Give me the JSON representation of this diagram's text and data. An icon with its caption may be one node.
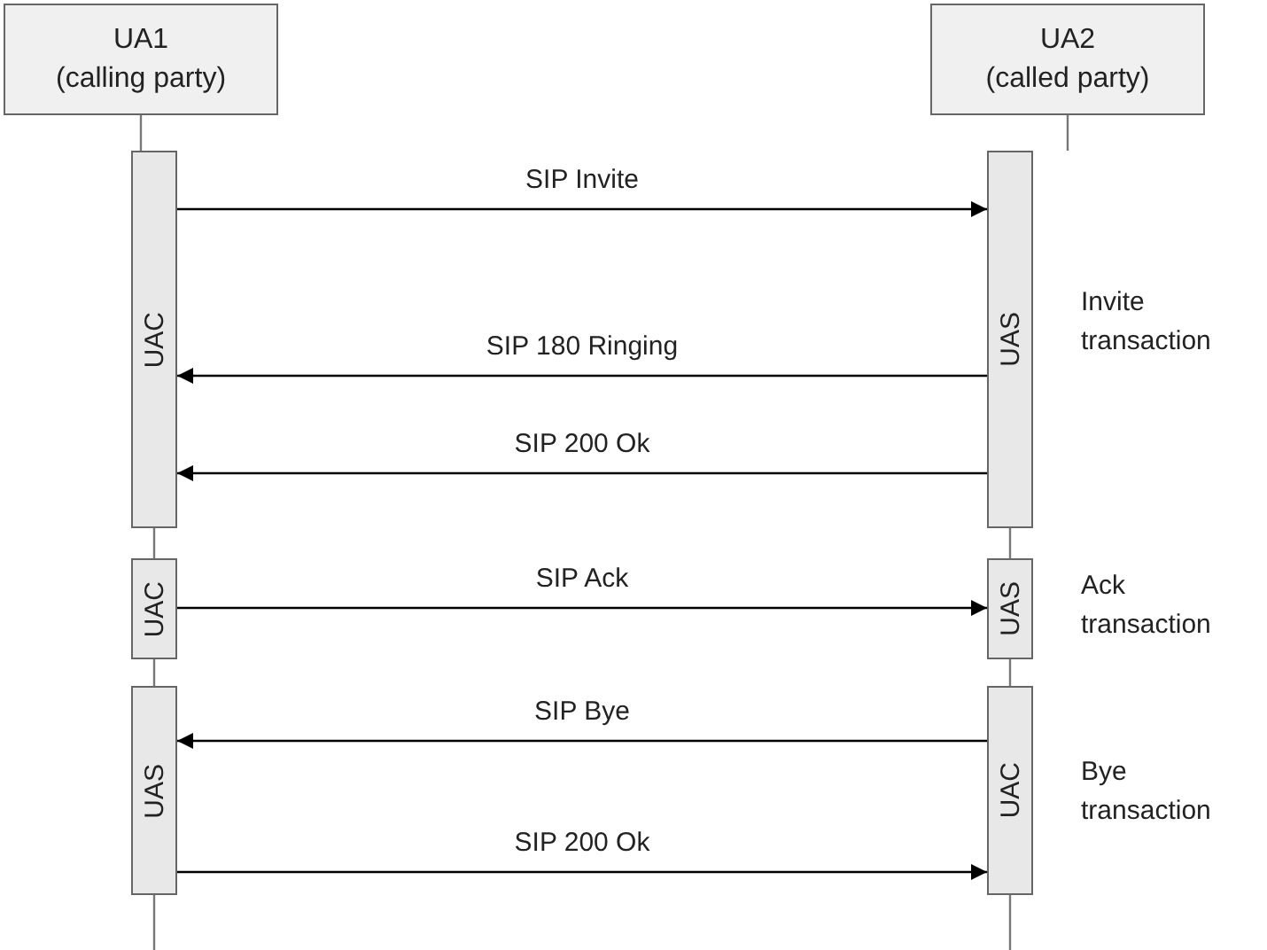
{
  "diagram": {
    "nodes": [
      {
        "text": [
          "UA1",
          "(calling party)"
        ]
      },
      {
        "text": [
          "UA2",
          "(called party)"
        ]
      },
      {
        "text": [
          "UAC"
        ]
      },
      {
        "text": [
          "UAS"
        ],
        "beside": [
          "Invite transaction"
        ]
      },
      {
        "text": [
          "UAC"
        ]
      },
      {
        "text": [
          "UAS"
        ],
        "beside": [
          "Ack transaction"
        ]
      },
      {
        "text": [
          "UAS"
        ]
      },
      {
        "text": [
          "UAC"
        ],
        "beside": [
          "Bye transaction"
        ]
      }
    ],
    "edges": [
      {
        "from": 2,
        "to": 3,
        "arrow": "to",
        "label": "SIP Invite",
        "color": "#000000"
      },
      {
        "from": 3,
        "to": 2,
        "arrow": "to",
        "label": "SIP 180 Ringing",
        "color": "#000000"
      },
      {
        "from": 3,
        "to": 2,
        "arrow": "to",
        "label": "SIP 200 Ok",
        "color": "#000000"
      },
      {
        "from": 4,
        "to": 5,
        "arrow": "to",
        "label": "SIP Ack",
        "color": "#000000"
      },
      {
        "from": 7,
        "to": 6,
        "arrow": "to",
        "label": "SIP Bye",
        "color": "#000000"
      },
      {
        "from": 6,
        "to": 7,
        "arrow": "to",
        "label": "SIP 200 Ok",
        "color": "#000000"
      },
      {
        "from": 0,
        "to": 2,
        "arrow": "none"
      },
      {
        "from": 2,
        "to": 4,
        "arrow": "none"
      },
      {
        "from": 4,
        "to": 6,
        "arrow": "none"
      },
      {
        "from": 6,
        "to": null,
        "arrow": "none"
      },
      {
        "from": 1,
        "to": 3,
        "arrow": "none"
      },
      {
        "from": 3,
        "to": 5,
        "arrow": "none"
      },
      {
        "from": 5,
        "to": 7,
        "arrow": "none"
      },
      {
        "from": 7,
        "to": null,
        "arrow": "none"
      }
    ]
  }
}
